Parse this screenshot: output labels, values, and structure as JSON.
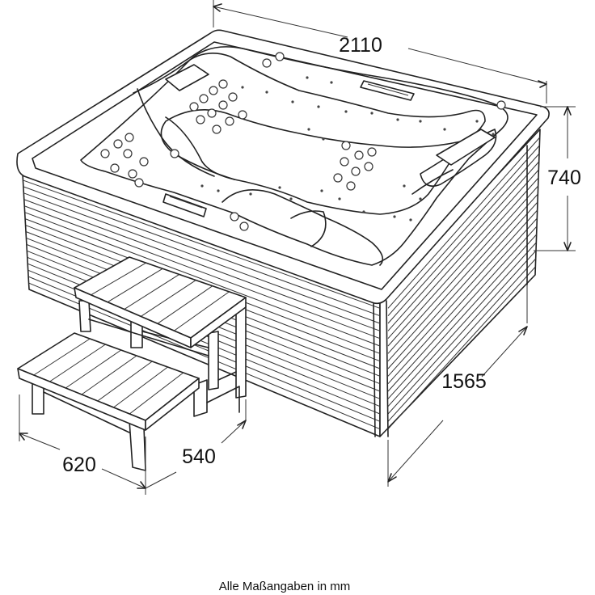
{
  "dimensions": {
    "width": "2110",
    "height": "740",
    "depth": "1565",
    "step_width": "620",
    "step_depth": "540"
  },
  "caption": "Alle Maßangaben in mm"
}
